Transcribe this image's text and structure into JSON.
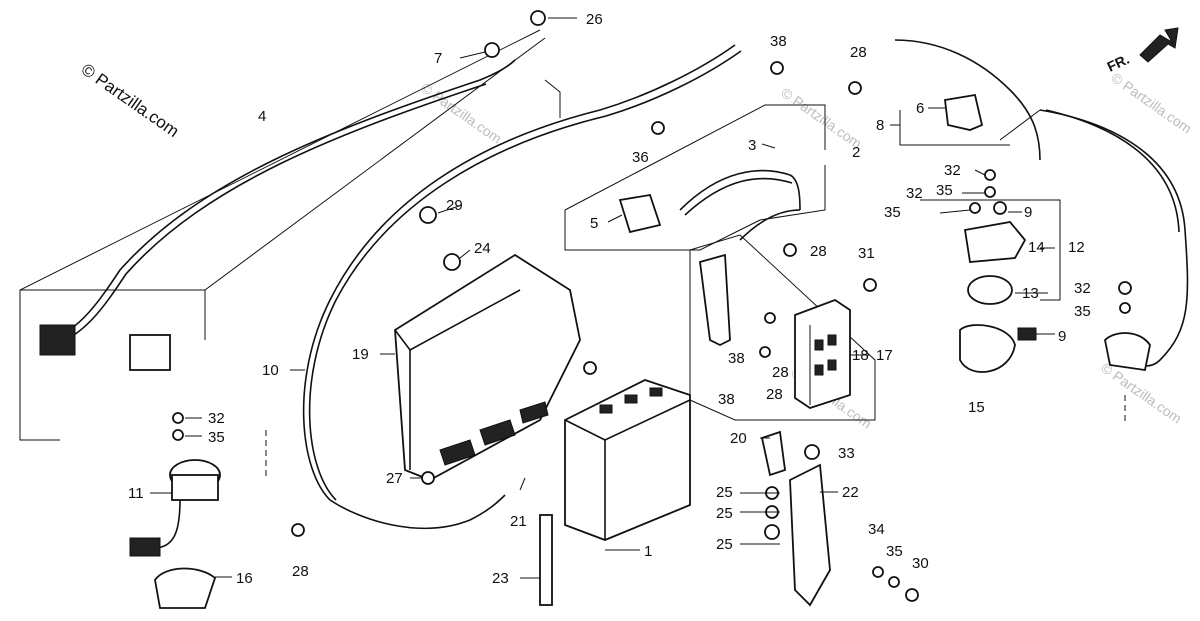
{
  "copyright": "© Partzilla.com",
  "watermark": "© Partzilla.com",
  "direction_label": "FR.",
  "callouts": [
    "26",
    "7",
    "4",
    "29",
    "24",
    "19",
    "10",
    "11",
    "16",
    "28",
    "27",
    "21",
    "23",
    "1",
    "32",
    "35",
    "5",
    "3",
    "2",
    "8",
    "6",
    "36",
    "38",
    "28",
    "28",
    "31",
    "17",
    "18",
    "38",
    "28",
    "38",
    "28",
    "20",
    "33",
    "22",
    "25",
    "25",
    "25",
    "34",
    "35",
    "30",
    "9",
    "12",
    "14",
    "13",
    "32",
    "35",
    "32",
    "35",
    "9",
    "15",
    "32",
    "35"
  ]
}
